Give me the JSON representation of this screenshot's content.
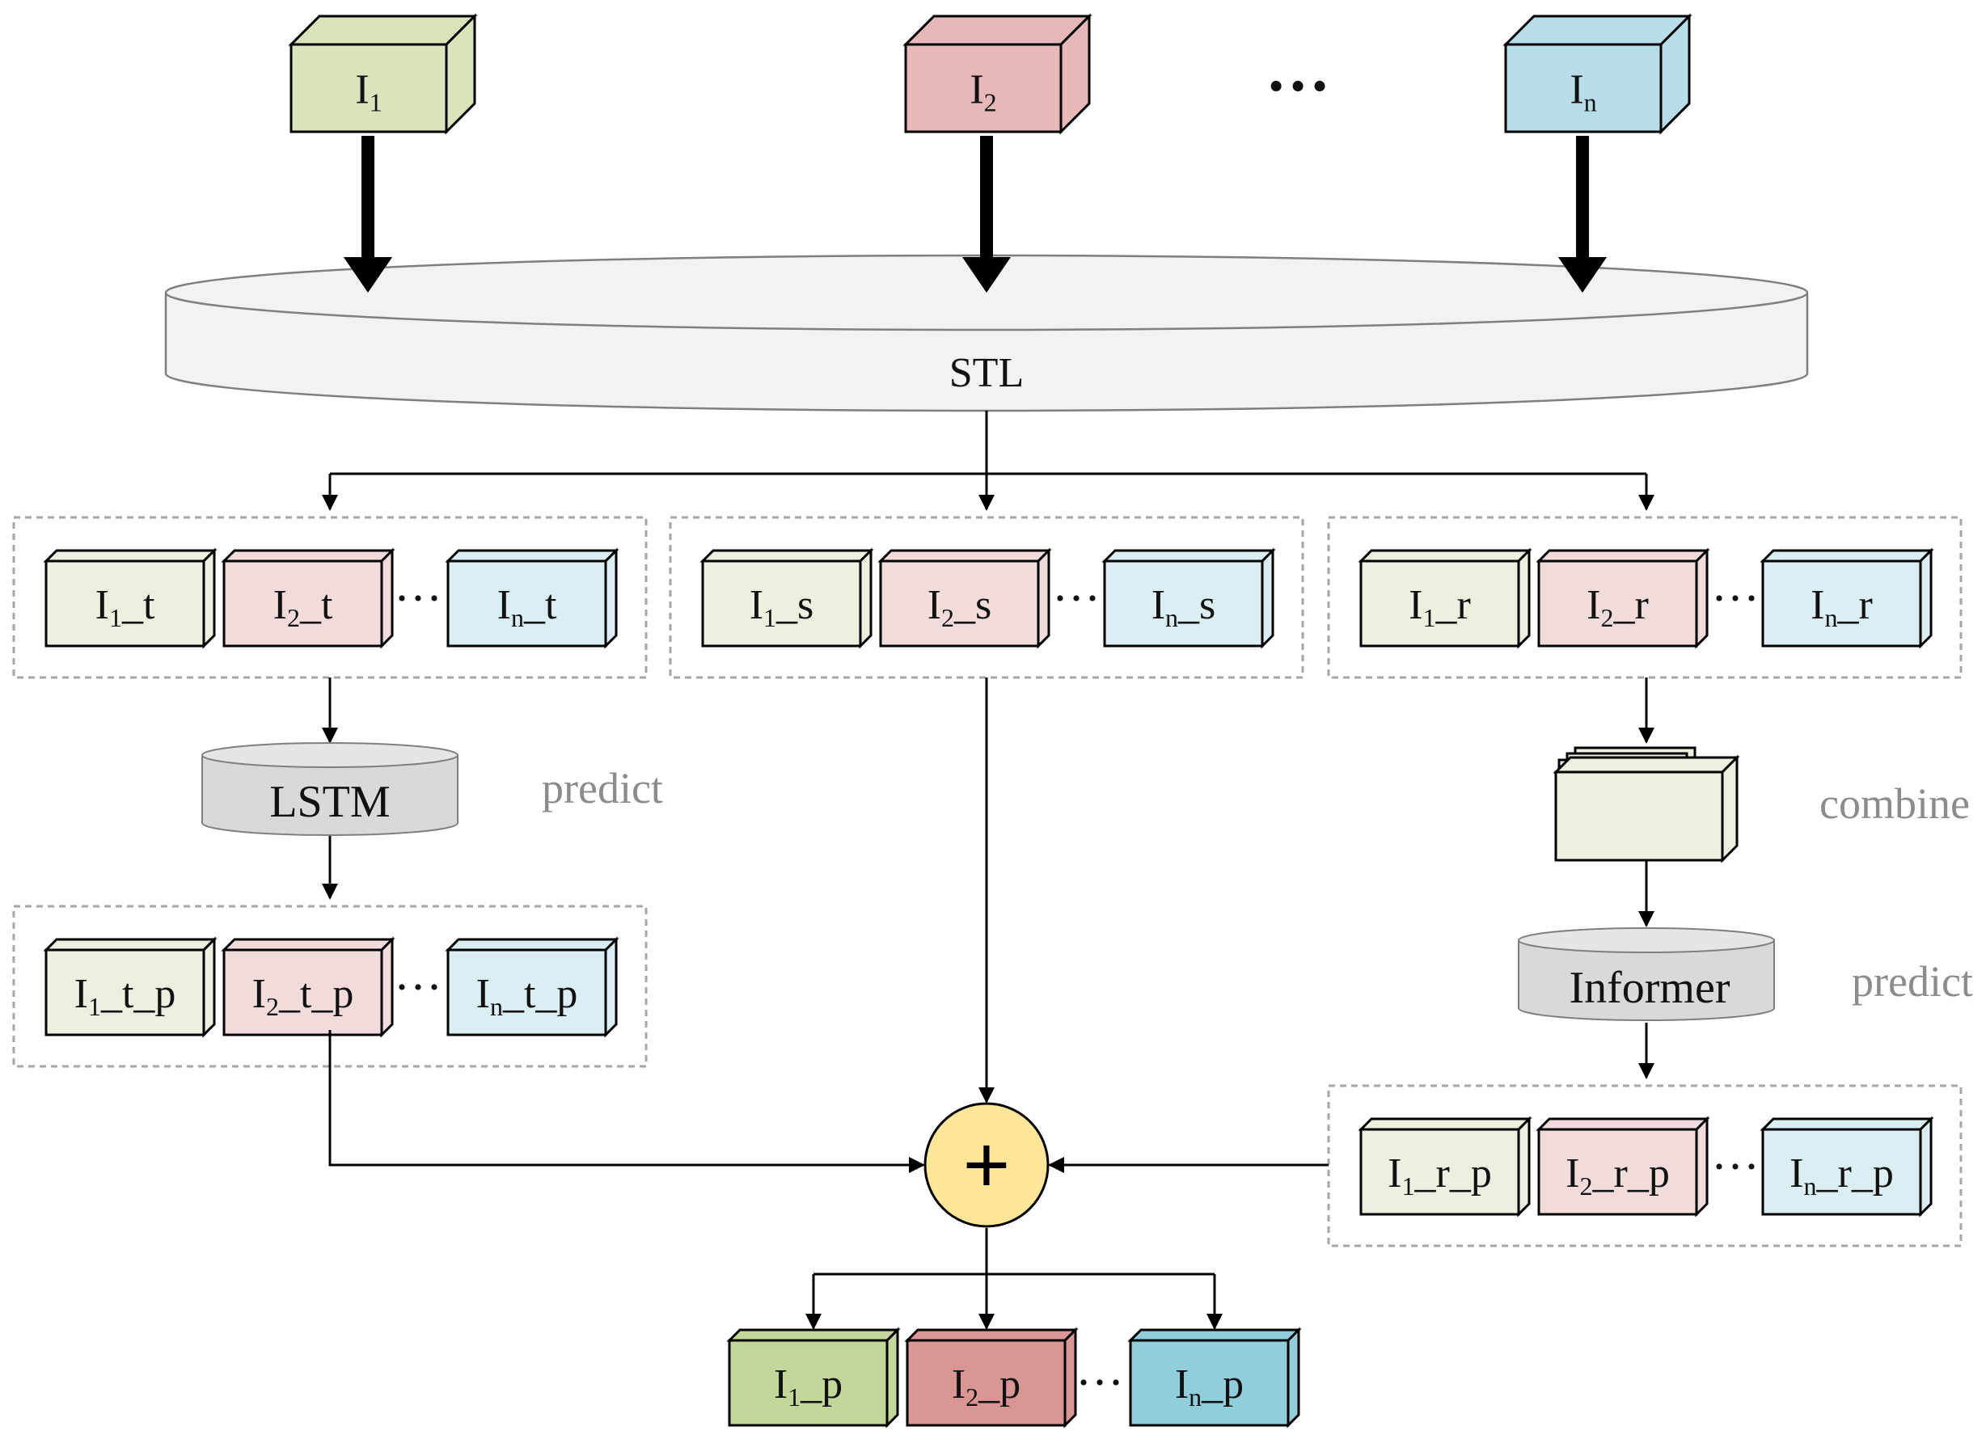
{
  "colors": {
    "green_dark": "#d8e4bc",
    "red_dark": "#e6b8b7",
    "blue_dark": "#b7dde8",
    "green_light": "#ebf1de",
    "red_light": "#f2dcdb",
    "blue_light": "#daeef3",
    "green_out": "#c4d79b",
    "red_out": "#da9694",
    "blue_out": "#92cddc",
    "model_fill": "#d9d9d9",
    "stl_fill": "#f2f2f2",
    "plus_fill": "#ffe699",
    "muted_text": "#8c8c8c"
  },
  "inputs": [
    {
      "base": "I",
      "sub": "1",
      "suffix": ""
    },
    {
      "base": "I",
      "sub": "2",
      "suffix": ""
    },
    {
      "base": "I",
      "sub": "n",
      "suffix": ""
    }
  ],
  "input_ellipsis": "…",
  "stl_label": "STL",
  "trend_boxes": [
    {
      "base": "I",
      "sub": "1",
      "suffix": "_t"
    },
    {
      "base": "I",
      "sub": "2",
      "suffix": "_t"
    },
    {
      "base": "I",
      "sub": "n",
      "suffix": "_t"
    }
  ],
  "seasonal_boxes": [
    {
      "base": "I",
      "sub": "1",
      "suffix": "_s"
    },
    {
      "base": "I",
      "sub": "2",
      "suffix": "_s"
    },
    {
      "base": "I",
      "sub": "n",
      "suffix": "_s"
    }
  ],
  "residual_boxes": [
    {
      "base": "I",
      "sub": "1",
      "suffix": "_r"
    },
    {
      "base": "I",
      "sub": "2",
      "suffix": "_r"
    },
    {
      "base": "I",
      "sub": "n",
      "suffix": "_r"
    }
  ],
  "row_ellipsis": "···",
  "lstm_label": "LSTM",
  "lstm_note": "predict",
  "combine_note": "combine",
  "informer_label": "Informer",
  "informer_note": "predict",
  "trend_pred_boxes": [
    {
      "base": "I",
      "sub": "1",
      "suffix": "_t_p"
    },
    {
      "base": "I",
      "sub": "2",
      "suffix": "_t_p"
    },
    {
      "base": "I",
      "sub": "n",
      "suffix": "_t_p"
    }
  ],
  "residual_pred_boxes": [
    {
      "base": "I",
      "sub": "1",
      "suffix": "_r_p"
    },
    {
      "base": "I",
      "sub": "2",
      "suffix": "_r_p"
    },
    {
      "base": "I",
      "sub": "n",
      "suffix": "_r_p"
    }
  ],
  "plus_symbol": "+",
  "output_boxes": [
    {
      "base": "I",
      "sub": "1",
      "suffix": "_p"
    },
    {
      "base": "I",
      "sub": "2",
      "suffix": "_p"
    },
    {
      "base": "I",
      "sub": "n",
      "suffix": "_p"
    }
  ]
}
